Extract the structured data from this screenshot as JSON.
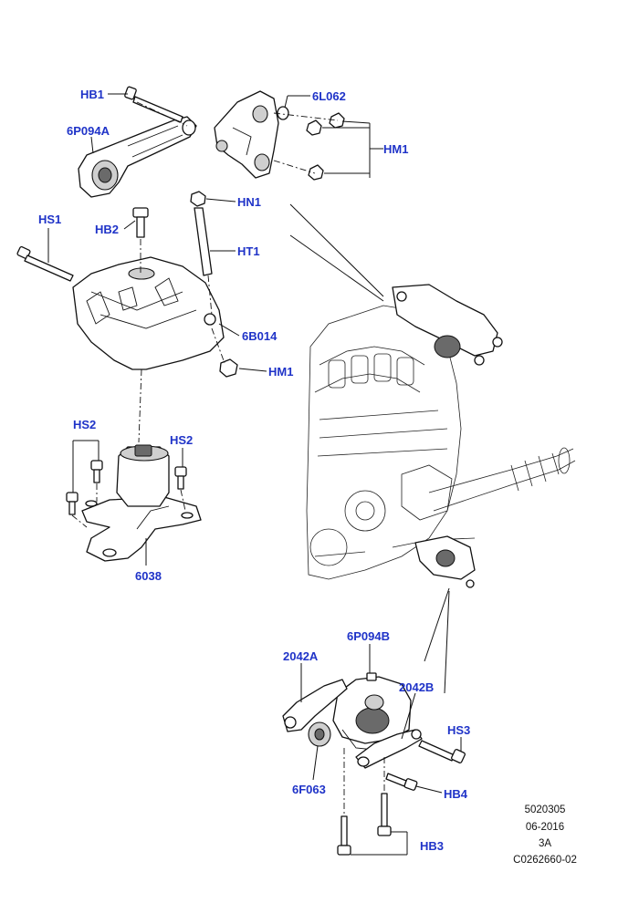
{
  "callouts": {
    "hb1": "HB1",
    "p6p094a": "6P094A",
    "l6l062": "6L062",
    "hm1_top": "HM1",
    "hn1": "HN1",
    "hs1": "HS1",
    "hb2": "HB2",
    "ht1": "HT1",
    "b6b014": "6B014",
    "hm1_mid": "HM1",
    "hs2_left": "HS2",
    "hs2_right": "HS2",
    "p6038": "6038",
    "p6p094b": "6P094B",
    "p2042a": "2042A",
    "p2042b": "2042B",
    "hs3": "HS3",
    "f6f063": "6F063",
    "hb4": "HB4",
    "hb3": "HB3"
  },
  "footer": {
    "code": "5020305",
    "date": "06-2016",
    "rev": "3A",
    "ref": "C0262660-02"
  },
  "colors": {
    "callout": "#1f33c8",
    "line": "#111111"
  }
}
